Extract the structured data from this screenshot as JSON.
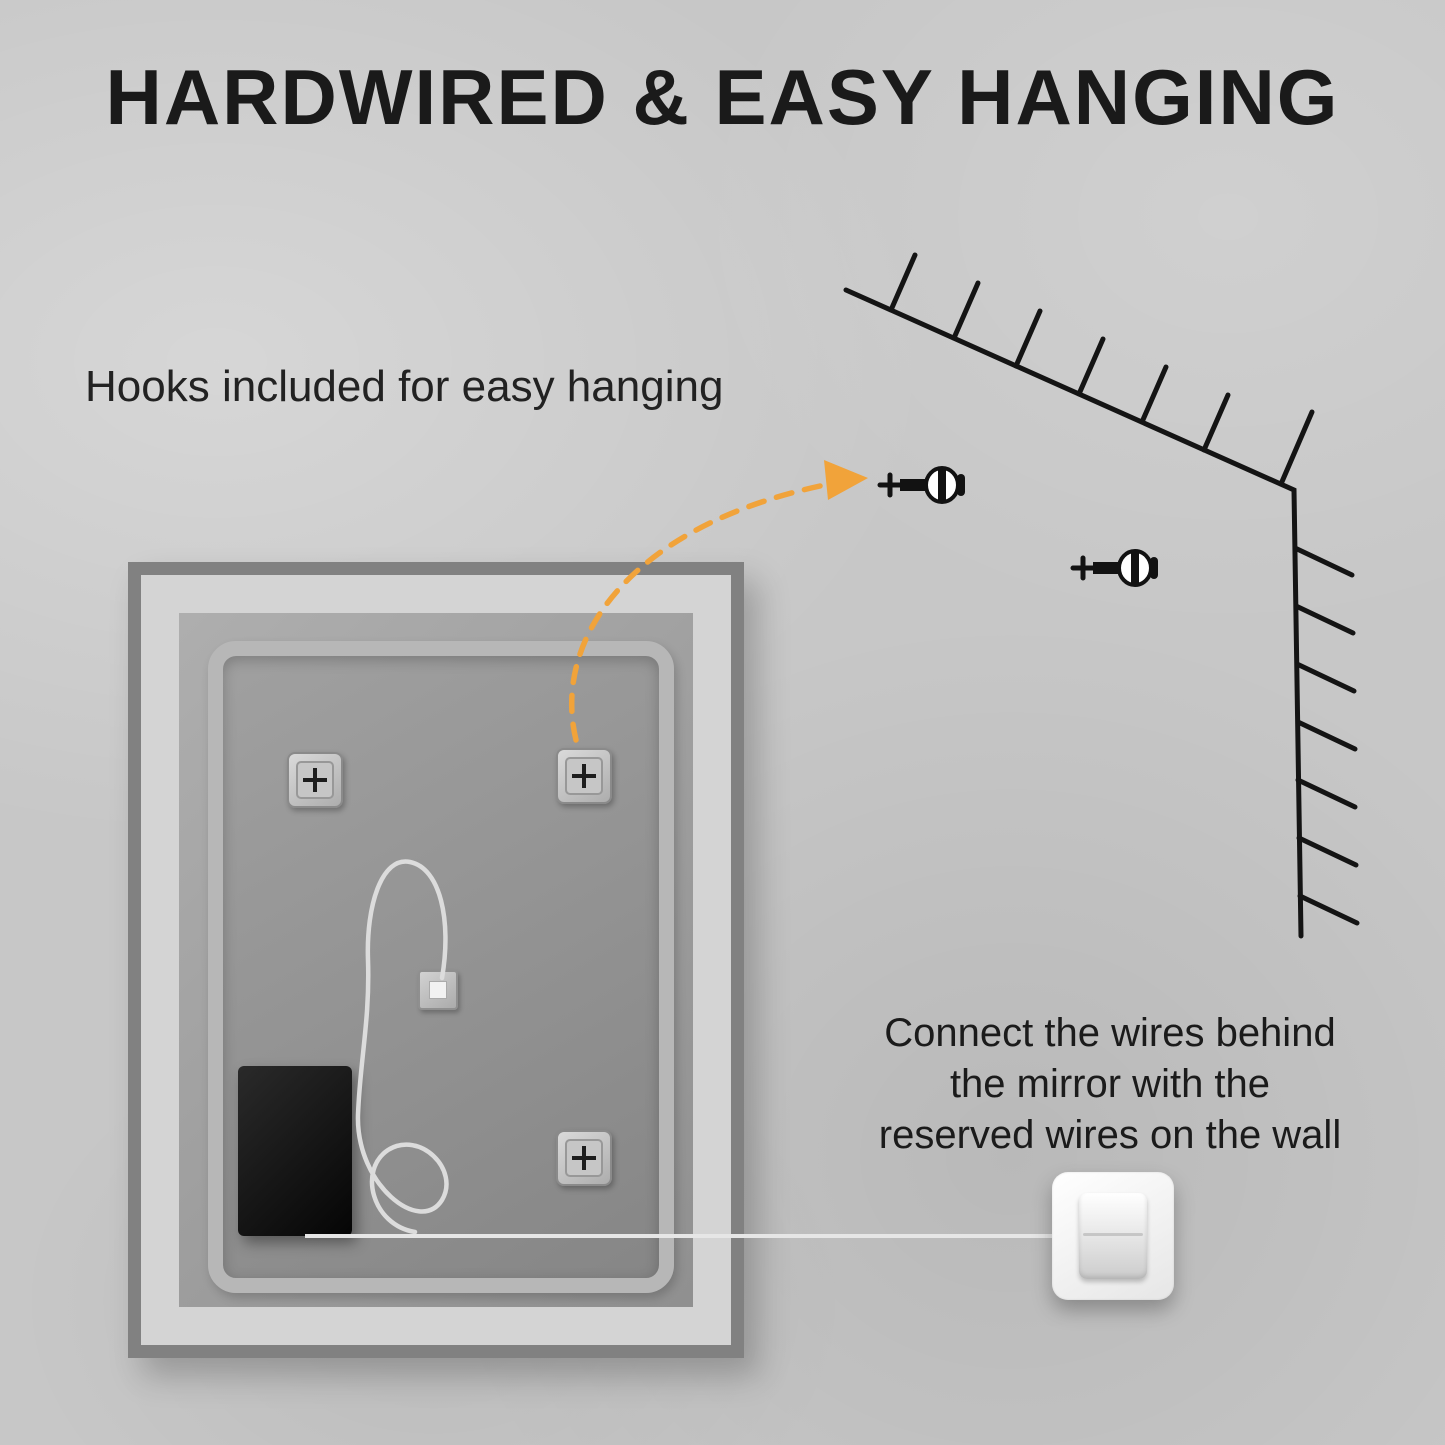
{
  "title": "HARDWIRED & EASY HANGING",
  "labels": {
    "hooks": "Hooks included for easy hanging",
    "connect": {
      "line1": "Connect the wires behind",
      "line2": "the mirror with the",
      "line3": "reserved wires on the wall"
    }
  },
  "colors": {
    "accent_orange": "#F1A33A",
    "wall_gray": "#C7C7C7",
    "sketch_line": "#141414",
    "wire_light": "#E2E2E2",
    "driver_box_black": "#0A0A0A"
  },
  "icons": {
    "wall_corner": "wall-corner-sketch",
    "screw_hook": "screw-hook-icon",
    "curved_arrow": "dashed-curved-arrow-icon",
    "mounting_bracket": "mounting-bracket-icon",
    "screw_cross": "screw-cross-icon",
    "wire": "wire-line",
    "driver_box": "driver-box",
    "light_switch": "light-switch-icon"
  }
}
